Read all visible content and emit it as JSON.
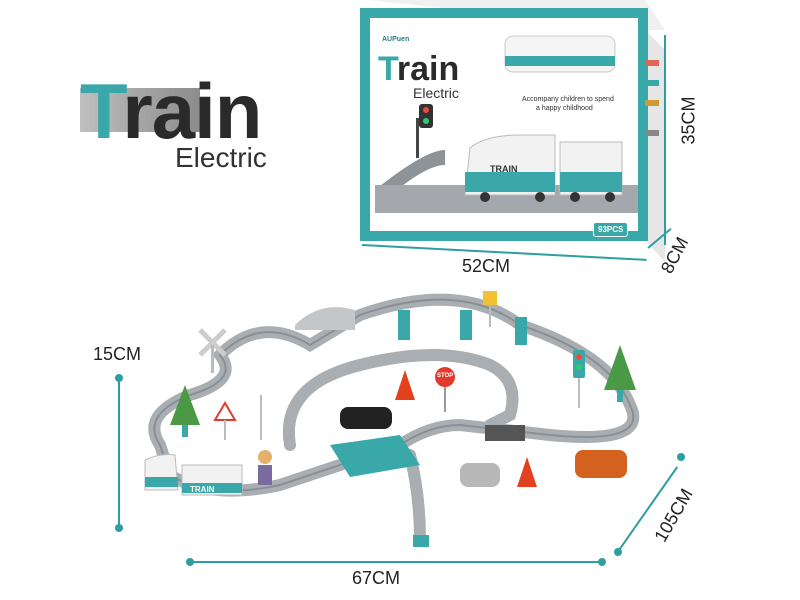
{
  "logo": {
    "title": "Train",
    "subtitle": "Electric"
  },
  "box": {
    "brand": "AUPuen",
    "title": "Train",
    "subtitle": "Electric",
    "tagline_1": "Accompany children to spend",
    "tagline_2": "a happy childhood",
    "count_badge": "93PCS",
    "train_label": "TRAIN"
  },
  "dimensions": {
    "box_height": "35CM",
    "box_width": "52CM",
    "box_depth": "8CM",
    "set_height": "15CM",
    "set_width": "67CM",
    "set_depth": "105CM"
  },
  "set": {
    "stop_sign": "STOP",
    "train_label": "TRAIN"
  },
  "colors": {
    "teal": "#3aa7a8",
    "track": "#a9aeb3",
    "accent": "#2f9ea0"
  }
}
